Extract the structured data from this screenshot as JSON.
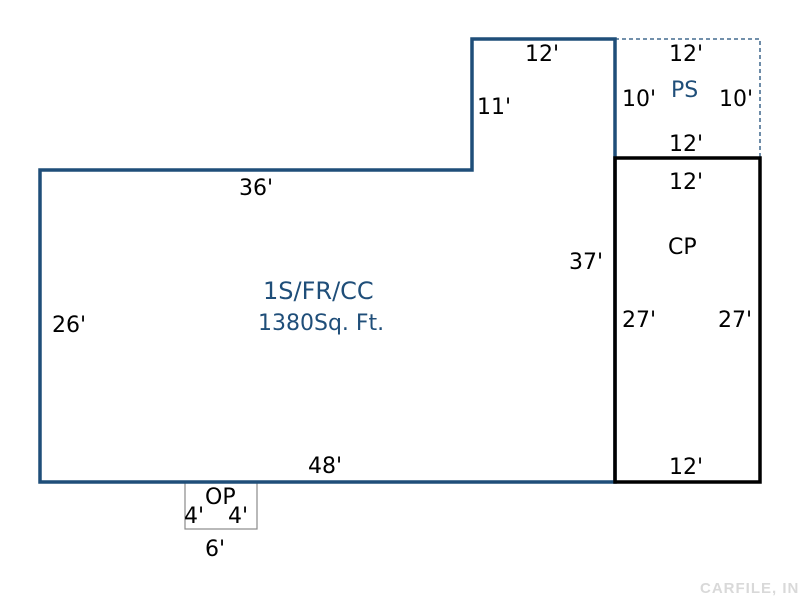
{
  "colors": {
    "main_outline": "#1f4e79",
    "carport_outline": "#000000",
    "patio_outline": "#8a8a8a",
    "label_text": "#000000",
    "main_label_text": "#1f4e79",
    "watermark": "#d9d9d9"
  },
  "main": {
    "title": "1S/FR/CC",
    "area": "1380Sq. Ft.",
    "dims": {
      "top_left": "36'",
      "left": "26'",
      "bottom": "48'",
      "right": "37'",
      "bump_top": "12'",
      "bump_left": "11'"
    }
  },
  "porch_screen": {
    "name": "PS",
    "dims": {
      "top": "12'",
      "left": "10'",
      "right": "10'",
      "bottom": "12'"
    }
  },
  "carport": {
    "name": "CP",
    "dims": {
      "top": "12'",
      "left": "27'",
      "right": "27'",
      "bottom": "12'"
    }
  },
  "open_porch": {
    "name": "OP",
    "dims": {
      "left": "4'",
      "right": "4'",
      "bottom": "6'"
    }
  },
  "watermark": "CARFILE, INC"
}
